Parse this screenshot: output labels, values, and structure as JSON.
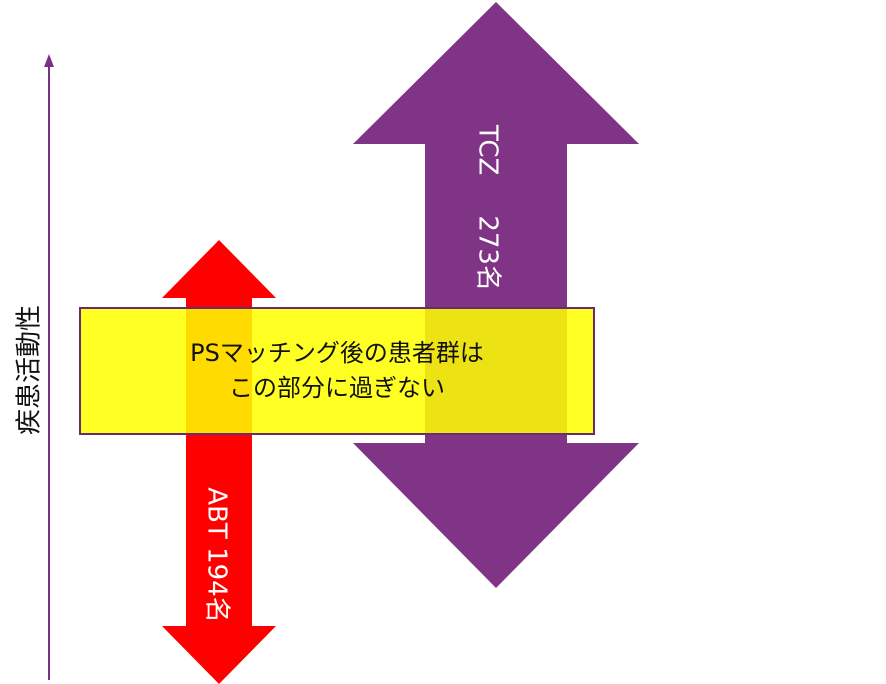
{
  "axis": {
    "label": "疾患活動性",
    "arrow_color": "#7b2f86"
  },
  "arrows": {
    "tcz": {
      "name": "TCZ",
      "count": "273名",
      "color": "#7f3486"
    },
    "abt": {
      "label": "ABT 194名",
      "color": "#ff0000"
    }
  },
  "overlay": {
    "line1": "PSマッチング後の患者群は",
    "line2": "この部分に過ぎない",
    "fill": "#ffff00",
    "border": "#6a2c70"
  }
}
